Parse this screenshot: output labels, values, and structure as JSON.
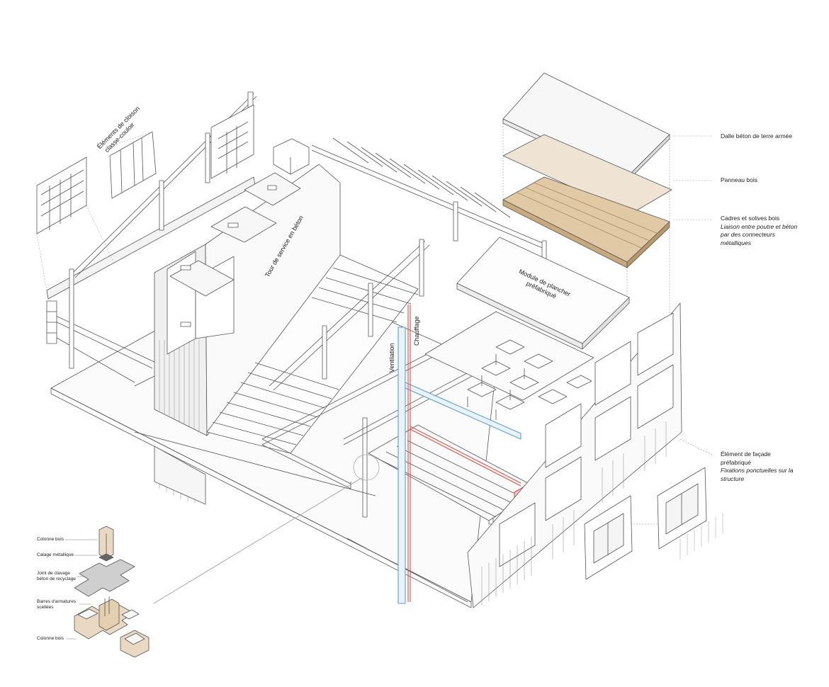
{
  "labels": {
    "dalle": "Dalle béton de terre armée",
    "panneau": "Panneau bois",
    "cadres_title": "Cadres et solives bois",
    "cadres_note_1": "Liaison entre poutre et béton",
    "cadres_note_2": "par des connecteurs",
    "cadres_note_3": "métalliques",
    "facade_title_1": "Élément de façade",
    "facade_title_2": "préfabriqué",
    "facade_note_1": "Fixations ponctuelles sur la",
    "facade_note_2": "structure",
    "cloison_1": "Éléments de cloison",
    "cloison_2": "classe-couloir",
    "tour": "Tour de service en béton",
    "module_1": "Module de plancher",
    "module_2": "préfabriqué",
    "ventilation": "Ventilation",
    "chauffage": "Chauffage"
  },
  "detail": {
    "colonne_top": "Colonne bois",
    "calage": "Calage métallique",
    "joint_1": "Joint de clavage",
    "joint_2": "béton de recyclage",
    "barres_1": "Barres d'armatures",
    "barres_2": "scellées",
    "colonne_bottom": "Colonne bois"
  },
  "colors": {
    "line": "#555555",
    "light": "#9a9a9a",
    "wood": "#ead9c2",
    "wood_dark": "#c9a97e",
    "slab_grey": "#cfcfcf",
    "red": "#e0504a",
    "blue": "#5a9fd4"
  }
}
